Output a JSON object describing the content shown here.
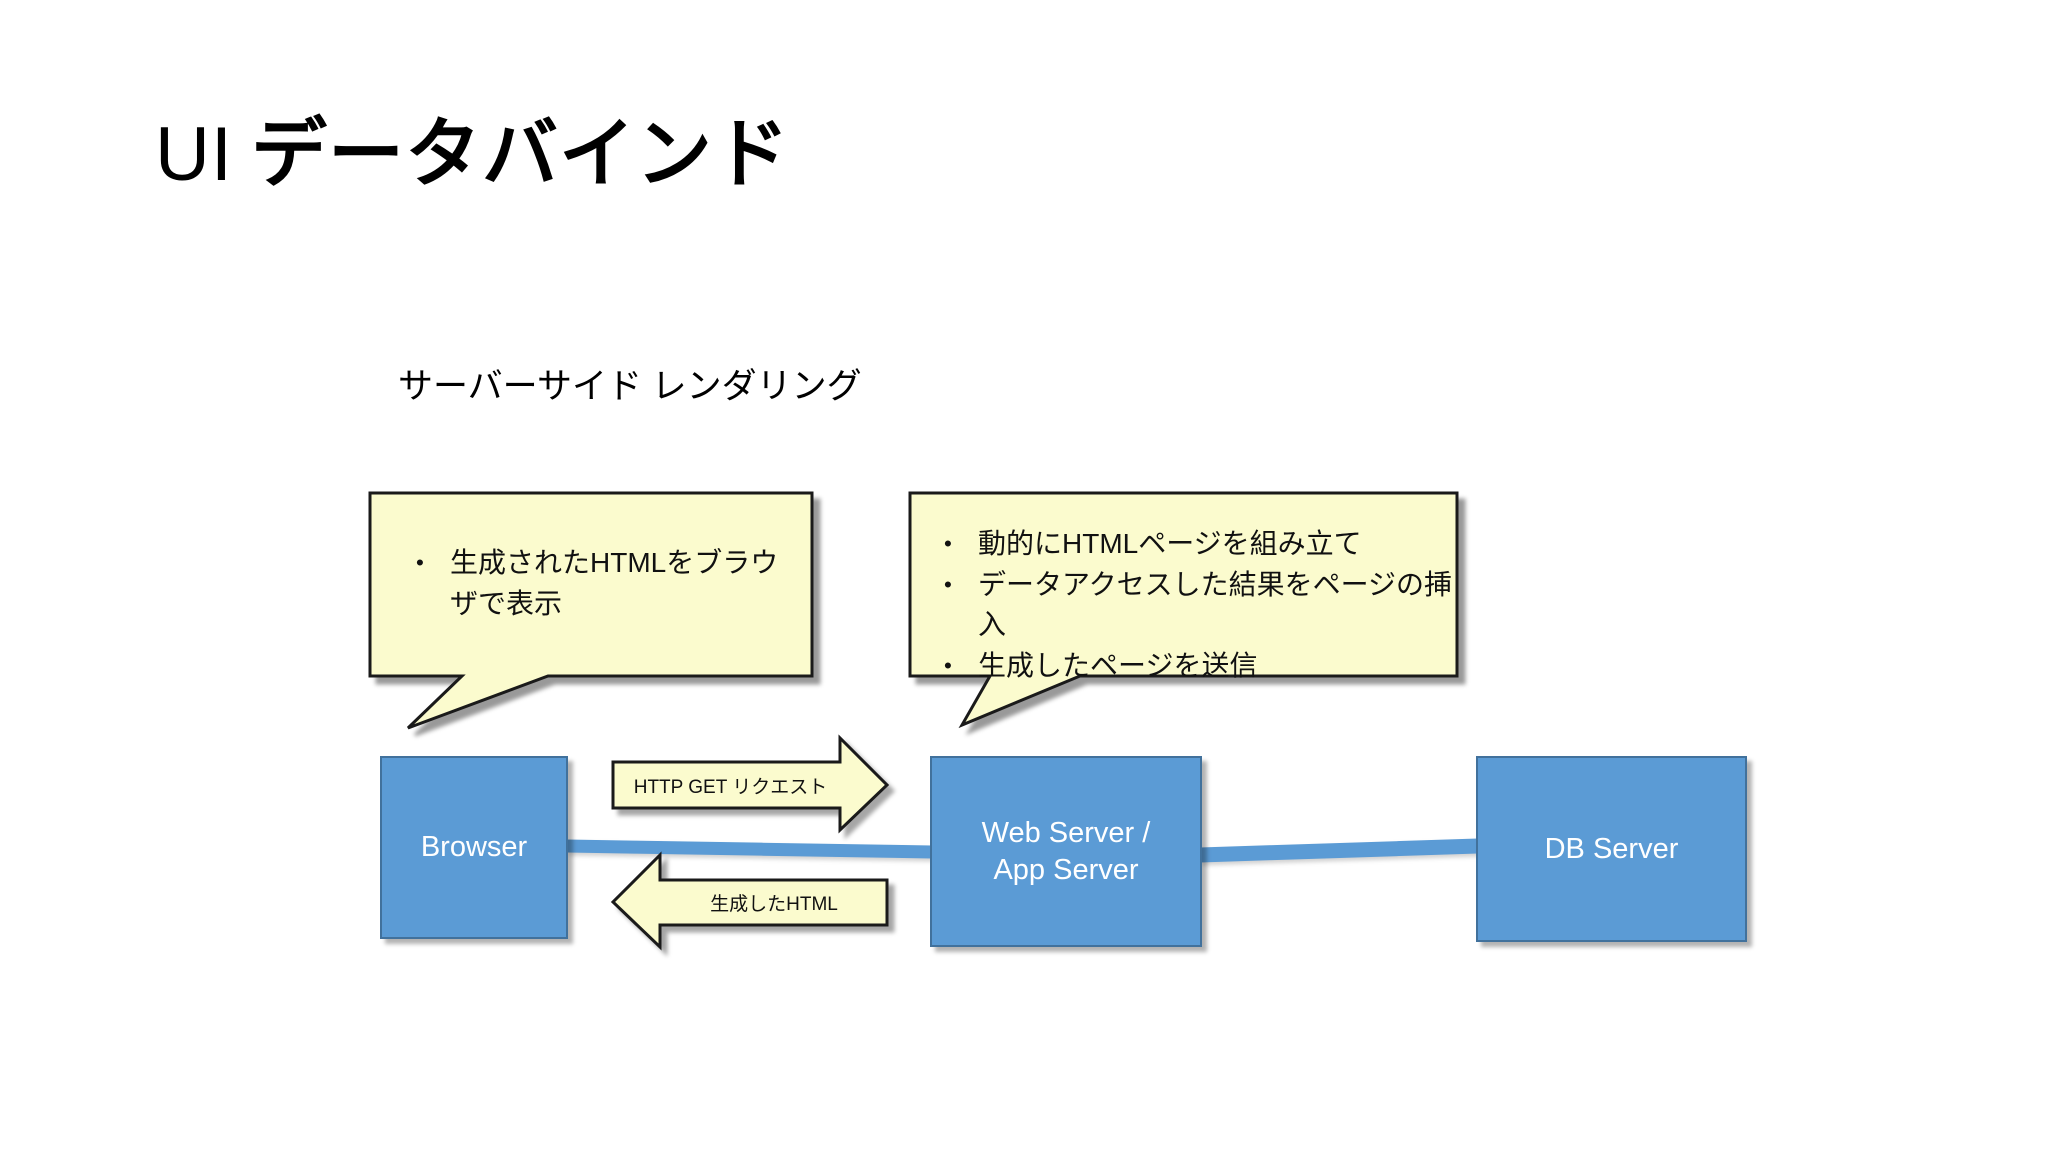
{
  "title": {
    "latin": "UI",
    "jp": "データバインド"
  },
  "subtitle": "サーバーサイド レンダリング",
  "callout_left": {
    "bullets": [
      "生成されたHTMLをブラウザで表示"
    ]
  },
  "callout_right": {
    "bullets": [
      "動的にHTMLページを組み立て",
      "データアクセスした結果をページの挿入",
      "生成したページを送信"
    ]
  },
  "nodes": {
    "browser": {
      "label": "Browser"
    },
    "web_server": {
      "label_line1": "Web Server /",
      "label_line2": "App Server"
    },
    "db_server": {
      "label": "DB Server"
    }
  },
  "arrows": {
    "request_label": "HTTP GET リクエスト",
    "response_label": "生成したHTML"
  },
  "colors": {
    "node_fill": "#5B9BD5",
    "node_border": "#41719C",
    "node_text": "#FFFFFF",
    "callout_fill": "#FBFBCE",
    "shape_outline": "#1A1A1A",
    "connector": "#5B9BD5",
    "title_text": "#000000",
    "background": "#FFFFFF"
  }
}
